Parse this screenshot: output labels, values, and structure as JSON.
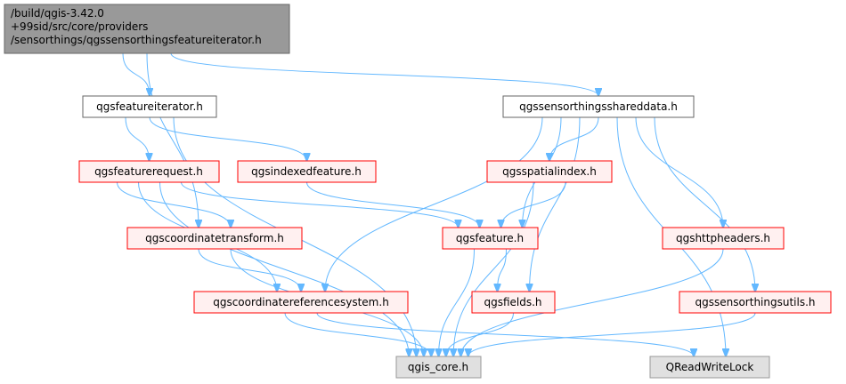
{
  "colors": {
    "root_fill": "#999999",
    "root_stroke": "#666666",
    "plain_fill": "#ffffff",
    "plain_stroke": "#666666",
    "red_fill": "#fff0f0",
    "red_stroke": "#ff0000",
    "ext_fill": "#e0e0e0",
    "ext_stroke": "#999999",
    "edge": "#63b8ff"
  },
  "nodes": {
    "root": {
      "lines": [
        "/build/qgis-3.42.0",
        "+99sid/src/core/providers",
        "/sensorthings/qgssensorthingsfeatureiterator.h"
      ],
      "style": "root"
    },
    "featureiterator": {
      "lines": [
        "qgsfeatureiterator.h"
      ],
      "style": "plain"
    },
    "shareddata": {
      "lines": [
        "qgssensorthingsshareddata.h"
      ],
      "style": "plain"
    },
    "featurerequest": {
      "lines": [
        "qgsfeaturerequest.h"
      ],
      "style": "red"
    },
    "indexedfeature": {
      "lines": [
        "qgsindexedfeature.h"
      ],
      "style": "red"
    },
    "spatialindex": {
      "lines": [
        "qgsspatialindex.h"
      ],
      "style": "red"
    },
    "coordinatetransform": {
      "lines": [
        "qgscoordinatetransform.h"
      ],
      "style": "red"
    },
    "feature": {
      "lines": [
        "qgsfeature.h"
      ],
      "style": "red"
    },
    "httpheaders": {
      "lines": [
        "qgshttpheaders.h"
      ],
      "style": "red"
    },
    "crs": {
      "lines": [
        "qgscoordinatereferencesystem.h"
      ],
      "style": "red"
    },
    "fields": {
      "lines": [
        "qgsfields.h"
      ],
      "style": "red"
    },
    "sensorthingsutils": {
      "lines": [
        "qgssensorthingsutils.h"
      ],
      "style": "red"
    },
    "qgis_core": {
      "lines": [
        "qgis_core.h"
      ],
      "style": "ext"
    },
    "qreadwritelock": {
      "lines": [
        "QReadWriteLock"
      ],
      "style": "ext"
    }
  },
  "edges": [
    [
      "root",
      "featureiterator"
    ],
    [
      "root",
      "shareddata"
    ],
    [
      "root",
      "coordinatetransform"
    ],
    [
      "featureiterator",
      "featurerequest"
    ],
    [
      "featureiterator",
      "indexedfeature"
    ],
    [
      "featureiterator",
      "qgis_core"
    ],
    [
      "shareddata",
      "spatialindex"
    ],
    [
      "shareddata",
      "feature"
    ],
    [
      "shareddata",
      "crs"
    ],
    [
      "shareddata",
      "fields"
    ],
    [
      "shareddata",
      "httpheaders"
    ],
    [
      "shareddata",
      "sensorthingsutils"
    ],
    [
      "shareddata",
      "qreadwritelock"
    ],
    [
      "featurerequest",
      "coordinatetransform"
    ],
    [
      "featurerequest",
      "feature"
    ],
    [
      "featurerequest",
      "crs"
    ],
    [
      "featurerequest",
      "qgis_core"
    ],
    [
      "indexedfeature",
      "feature"
    ],
    [
      "spatialindex",
      "feature"
    ],
    [
      "spatialindex",
      "qgis_core"
    ],
    [
      "coordinatetransform",
      "crs"
    ],
    [
      "coordinatetransform",
      "qgis_core"
    ],
    [
      "feature",
      "fields"
    ],
    [
      "feature",
      "qgis_core"
    ],
    [
      "crs",
      "qgis_core"
    ],
    [
      "crs",
      "qreadwritelock"
    ],
    [
      "fields",
      "qgis_core"
    ],
    [
      "httpheaders",
      "qgis_core"
    ],
    [
      "sensorthingsutils",
      "qgis_core"
    ]
  ]
}
